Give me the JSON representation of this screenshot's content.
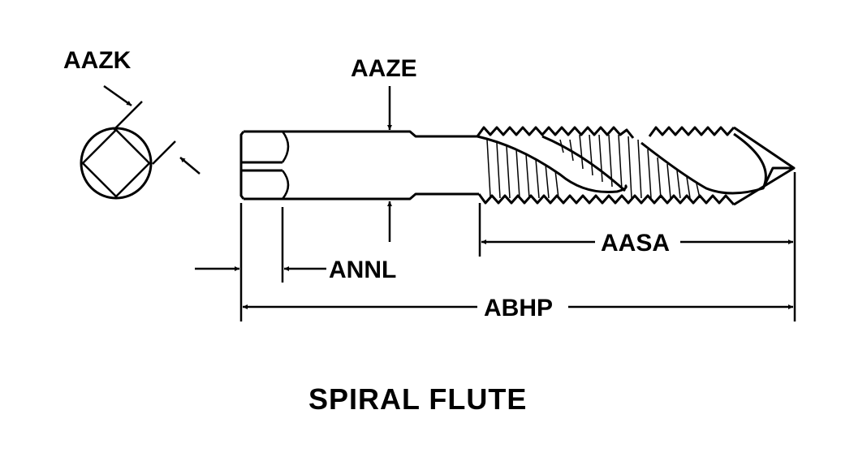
{
  "labels": {
    "aazk": "AAZK",
    "aaze": "AAZE",
    "annl": "ANNL",
    "aasa": "AASA",
    "abhp": "ABHP"
  },
  "caption": "SPIRAL FLUTE",
  "colors": {
    "ink": "#000000",
    "background": "#ffffff"
  }
}
